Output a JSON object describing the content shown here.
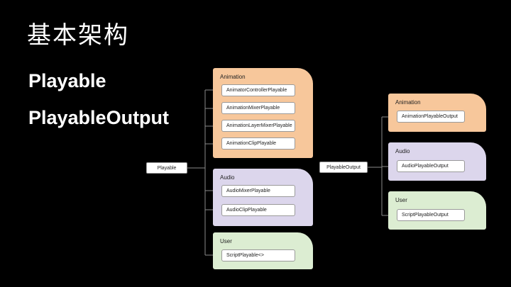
{
  "slide": {
    "title": "基本架构",
    "bullets": [
      "Playable",
      "PlayableOutput"
    ]
  },
  "diagram": {
    "playable": {
      "root": "Playable",
      "groups": [
        {
          "label": "Animation",
          "color": "#f7c79b",
          "items": [
            "AnimatorControllerPlayable",
            "AnimationMixerPlayable",
            "AnimationLayerMixerPlayable",
            "AnimationClipPlayable"
          ]
        },
        {
          "label": "Audio",
          "color": "#dcd6ec",
          "items": [
            "AudioMixerPlayable",
            "AudioClipPlayable"
          ]
        },
        {
          "label": "User",
          "color": "#dcedd2",
          "items": [
            "ScriptPlayable<>"
          ]
        }
      ]
    },
    "output": {
      "root": "PlayableOutput",
      "groups": [
        {
          "label": "Animation",
          "color": "#f7c79b",
          "items": [
            "AnimationPlayableOutput"
          ]
        },
        {
          "label": "Audio",
          "color": "#dcd6ec",
          "items": [
            "AudioPlayableOutput"
          ]
        },
        {
          "label": "User",
          "color": "#dcedd2",
          "items": [
            "ScriptPlayableOutput"
          ]
        }
      ]
    }
  }
}
